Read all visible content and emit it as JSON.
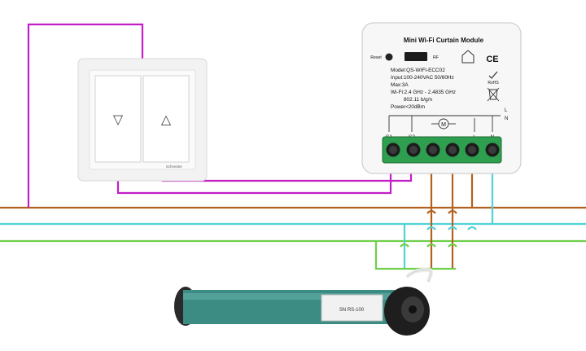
{
  "module": {
    "title": "Mini Wi-Fi Curtain Module",
    "reset_label": "Reset",
    "rf_label": "RF",
    "specs": [
      "Model:QS-WIFI-ECC02",
      "Input:100-240VAC 50/60Hz",
      "Max:3A",
      "Wi-Fi:2.4 GHz - 2.4835 GHz",
      "802.11 b/g/n",
      "Power<20dBm"
    ],
    "cert_ce": "CE",
    "cert_rohs": "RoHS",
    "terminal_labels": [
      "S1",
      "S2",
      "",
      "",
      "L",
      "N"
    ],
    "motor_label": "M",
    "line_label_l": "L",
    "line_label_n": "N"
  },
  "switch": {
    "brand": "Schneider",
    "down_symbol": "▽",
    "up_symbol": "△"
  },
  "motor": {
    "label_text": "SN RS-100"
  },
  "colors": {
    "brown": "#b4601e",
    "cyan": "#4fd2d8",
    "green": "#6fcf4a",
    "purple": "#c21ec7",
    "tube": "#3c8c84",
    "terminal_green": "#2e9e4f"
  }
}
